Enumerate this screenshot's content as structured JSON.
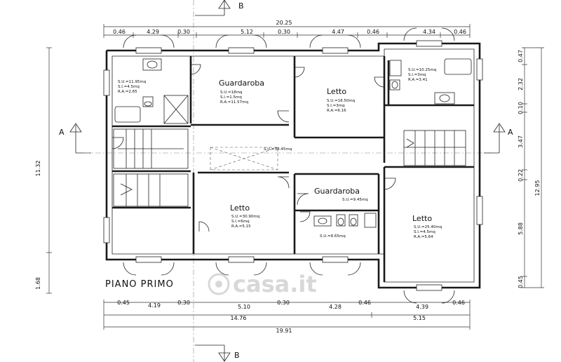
{
  "title": "PIANO PRIMO",
  "watermark": "casa.it",
  "sections": {
    "b_top": "B",
    "b_bottom": "B",
    "a_left": "A",
    "a_right": "A"
  },
  "rooms": {
    "bath_nw": [
      "S.U.=11.95mq",
      "S.I.=4.5mq",
      "R.A.=2.65"
    ],
    "guardaroba_top": {
      "name": "Guardaroba",
      "lines": [
        "S.U.=18mq",
        "S.I.=1.5mq",
        "R.A.=11.57mq"
      ]
    },
    "letto_top": {
      "name": "Letto",
      "lines": [
        "S.U.=18.50mq",
        "S.I.=3mq",
        "R.A.=6.16"
      ]
    },
    "bath_ne": [
      "S.U.=10.25mq",
      "S.I.=3mq",
      "R.A.=3.41"
    ],
    "corridor": "S.U.=38.45mq",
    "guardaroba_mid": {
      "name": "Guardaroba",
      "lines": [
        "S.U.=9.45mq"
      ]
    },
    "bath_mid": "S.U.=8.65mq",
    "letto_sw": {
      "name": "Letto",
      "lines": [
        "S.U.=30.90mq",
        "S.I.=6mq",
        "R.A.=5.15"
      ]
    },
    "letto_se": {
      "name": "Letto",
      "lines": [
        "S.U.=25.40mq",
        "S.I.=4.5mq",
        "R.A.=5.64"
      ]
    }
  },
  "dimensions": {
    "top_total": "20.25",
    "top": [
      "0.46",
      "4.29",
      "0.30",
      "5.12",
      "0.30",
      "4.47",
      "0.46",
      "4.34",
      "0.46"
    ],
    "bottom": [
      "0.45",
      "4.19",
      "0.30",
      "5.10",
      "0.30",
      "4.28",
      "0.46",
      "4.39",
      "0.46"
    ],
    "bottom_sub": [
      "14.76",
      "5.15"
    ],
    "bottom_total": "19.91",
    "left": [
      "11.32",
      "1.68"
    ],
    "right": [
      "0.47",
      "2.32",
      "0.10",
      "3.47",
      "0.22",
      "5.88",
      "0.45"
    ],
    "right_total": "12.95"
  }
}
